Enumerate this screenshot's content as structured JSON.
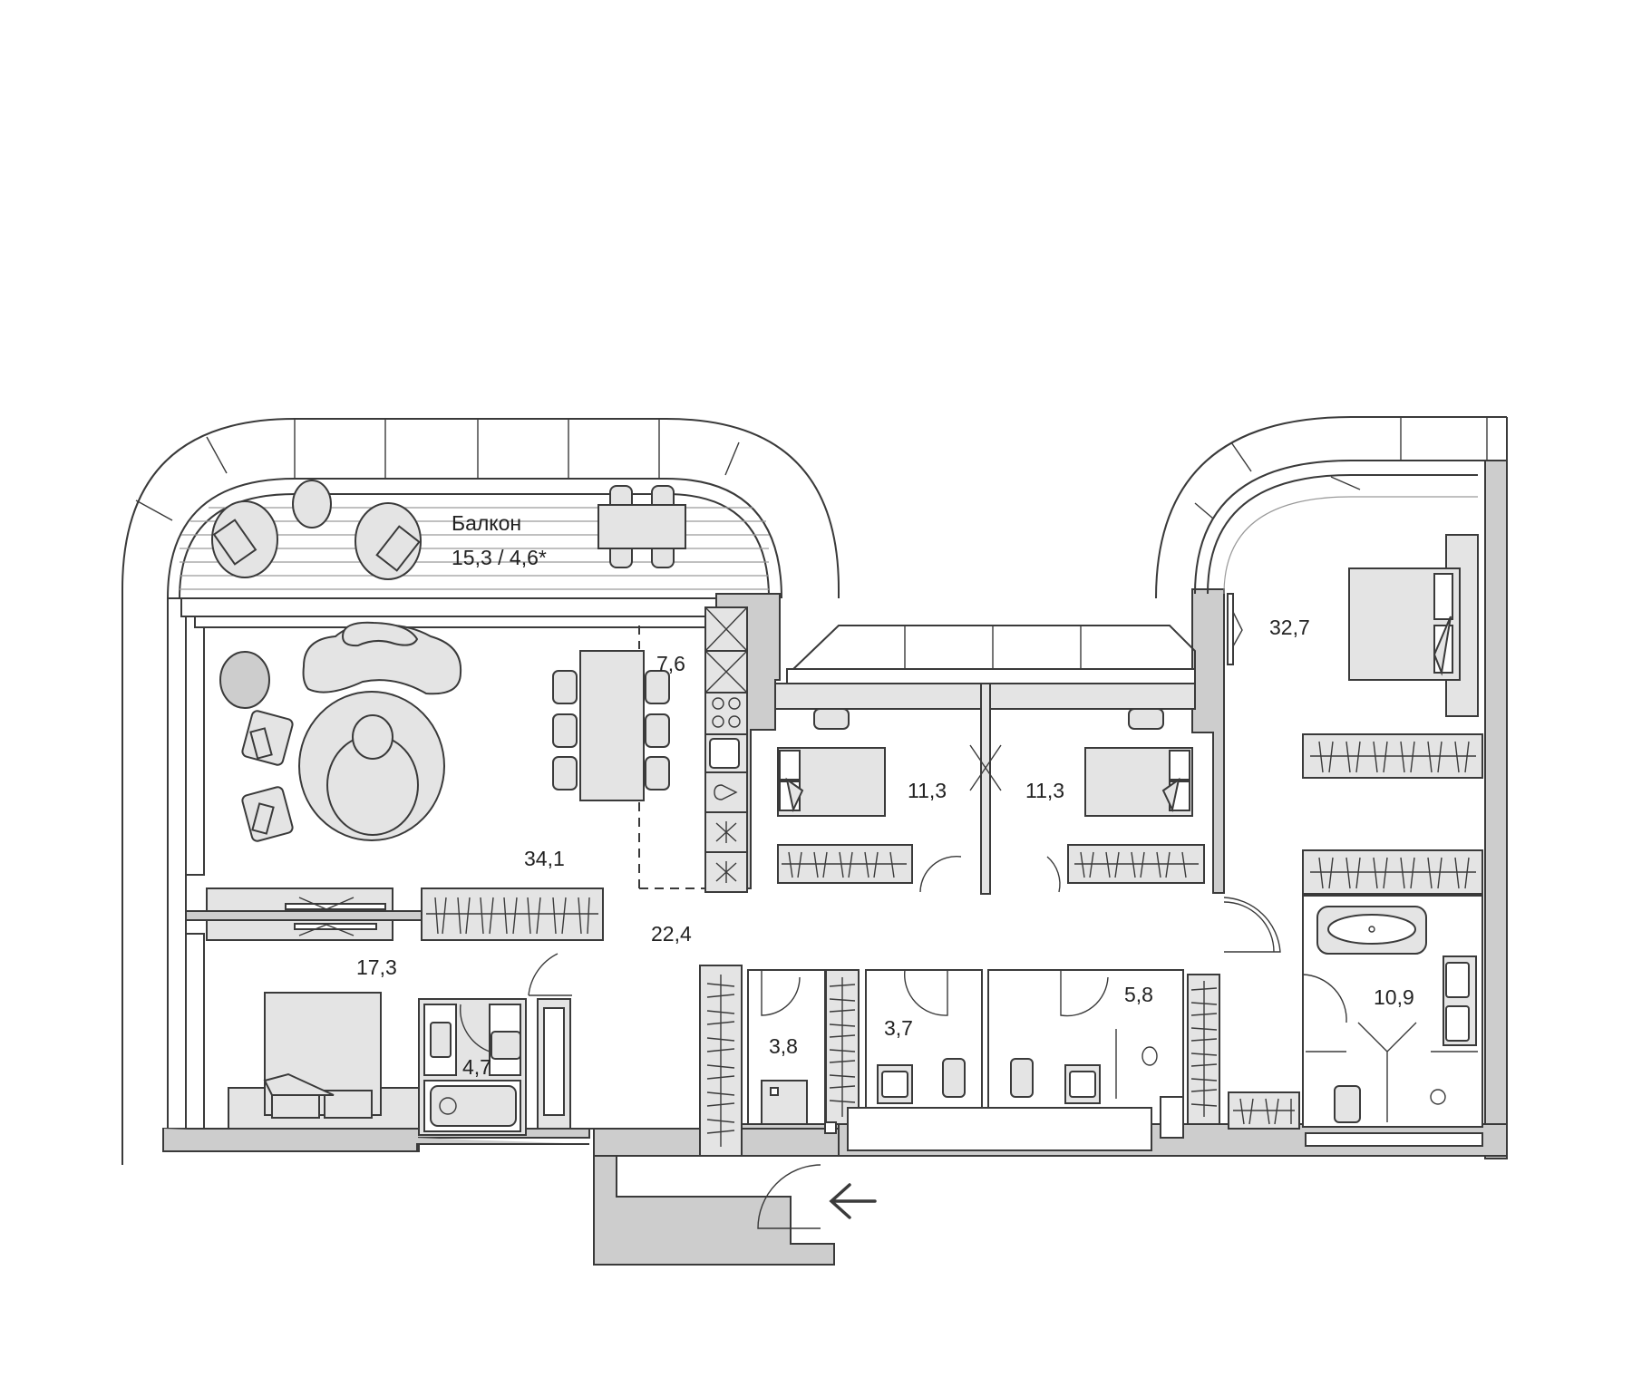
{
  "plan": {
    "balcony": {
      "name": "Балкон",
      "area": "15,3 / 4,6*"
    },
    "rooms": [
      {
        "id": "living",
        "area": "34,1"
      },
      {
        "id": "kitchen",
        "area": "7,6"
      },
      {
        "id": "hall",
        "area": "22,4"
      },
      {
        "id": "bedroom-left",
        "area": "17,3"
      },
      {
        "id": "bath-left",
        "area": "4,7"
      },
      {
        "id": "bedroom-mid-1",
        "area": "11,3"
      },
      {
        "id": "bedroom-mid-2",
        "area": "11,3"
      },
      {
        "id": "master-bedroom",
        "area": "32,7"
      },
      {
        "id": "storage",
        "area": "3,8"
      },
      {
        "id": "wc-1",
        "area": "3,7"
      },
      {
        "id": "wc-2",
        "area": "5,8"
      },
      {
        "id": "master-bath",
        "area": "10,9"
      }
    ],
    "entrance_icon": "arrow-left-icon",
    "colors": {
      "wall_fill": "#cdcdcd",
      "furniture_fill": "#e4e4e4",
      "line": "#3a3a3a",
      "text": "#222222",
      "background": "#ffffff"
    }
  }
}
